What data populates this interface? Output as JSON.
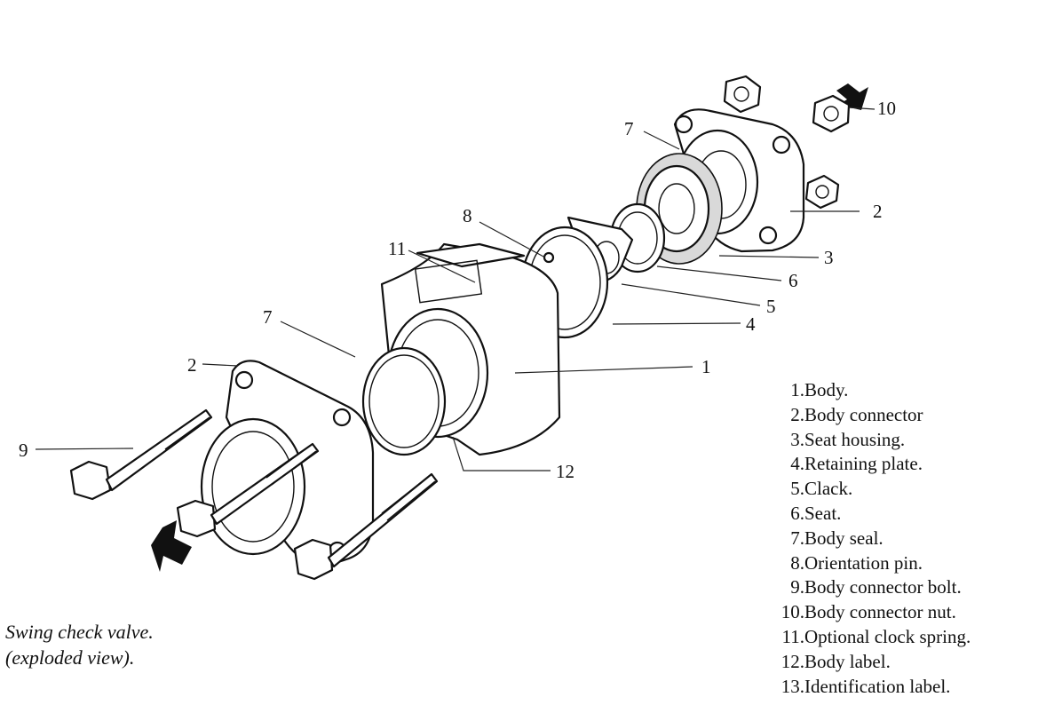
{
  "callouts": {
    "c1": "1",
    "c2a": "2",
    "c2b": "2",
    "c3": "3",
    "c4": "4",
    "c5": "5",
    "c6": "6",
    "c7a": "7",
    "c7b": "7",
    "c8": "8",
    "c9": "9",
    "c10": "10",
    "c11": "11",
    "c12": "12"
  },
  "legend": [
    {
      "num": "1.",
      "label": "Body."
    },
    {
      "num": "2.",
      "label": "Body connector"
    },
    {
      "num": "3.",
      "label": "Seat housing."
    },
    {
      "num": "4.",
      "label": "Retaining plate."
    },
    {
      "num": "5.",
      "label": "Clack."
    },
    {
      "num": "6.",
      "label": "Seat."
    },
    {
      "num": "7.",
      "label": "Body seal."
    },
    {
      "num": "8.",
      "label": "Orientation pin."
    },
    {
      "num": "9.",
      "label": "Body connector bolt."
    },
    {
      "num": "10.",
      "label": "Body connector nut."
    },
    {
      "num": "11.",
      "label": "Optional clock spring."
    },
    {
      "num": "12.",
      "label": "Body label."
    },
    {
      "num": "13.",
      "label": "Identification label."
    }
  ],
  "caption": {
    "line1": "Swing check valve.",
    "line2": "(exploded view)."
  }
}
